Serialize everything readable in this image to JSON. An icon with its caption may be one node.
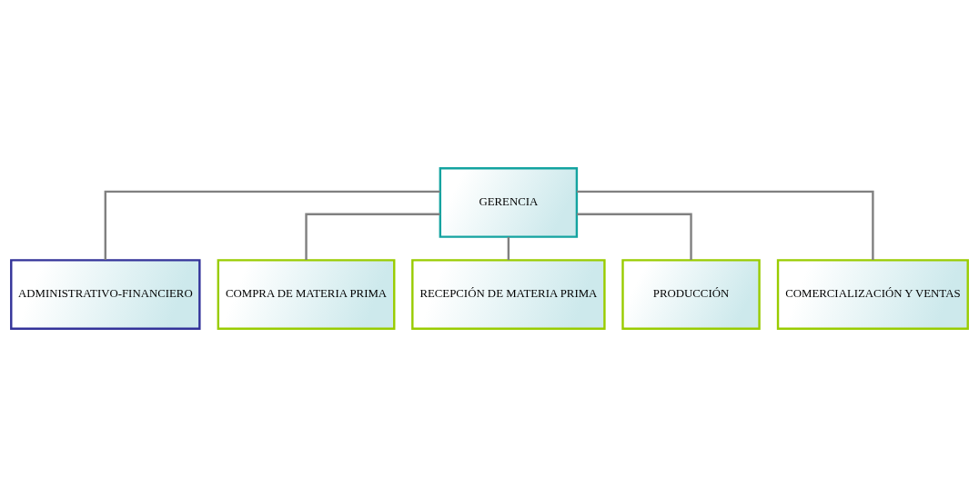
{
  "diagram": {
    "nodes": [
      {
        "text": [
          "GERENCIA"
        ]
      },
      {
        "text": [
          "ADMINISTRATIVO-FINANCIERO"
        ]
      },
      {
        "text": [
          "COMPRA DE MATERIA PRIMA"
        ]
      },
      {
        "text": [
          "RECEPCIÓN DE MATERIA PRIMA"
        ]
      },
      {
        "text": [
          "PRODUCCIÓN"
        ]
      },
      {
        "text": [
          "COMERCIALIZACIÓN Y VENTAS"
        ]
      }
    ],
    "edges": [
      {
        "from": 0,
        "to": 1,
        "arrow": "none"
      },
      {
        "from": 0,
        "to": 2,
        "arrow": "none"
      },
      {
        "from": 0,
        "to": 3,
        "arrow": "none"
      },
      {
        "from": 0,
        "to": 4,
        "arrow": "none"
      },
      {
        "from": 0,
        "to": 5,
        "arrow": "none"
      }
    ]
  }
}
